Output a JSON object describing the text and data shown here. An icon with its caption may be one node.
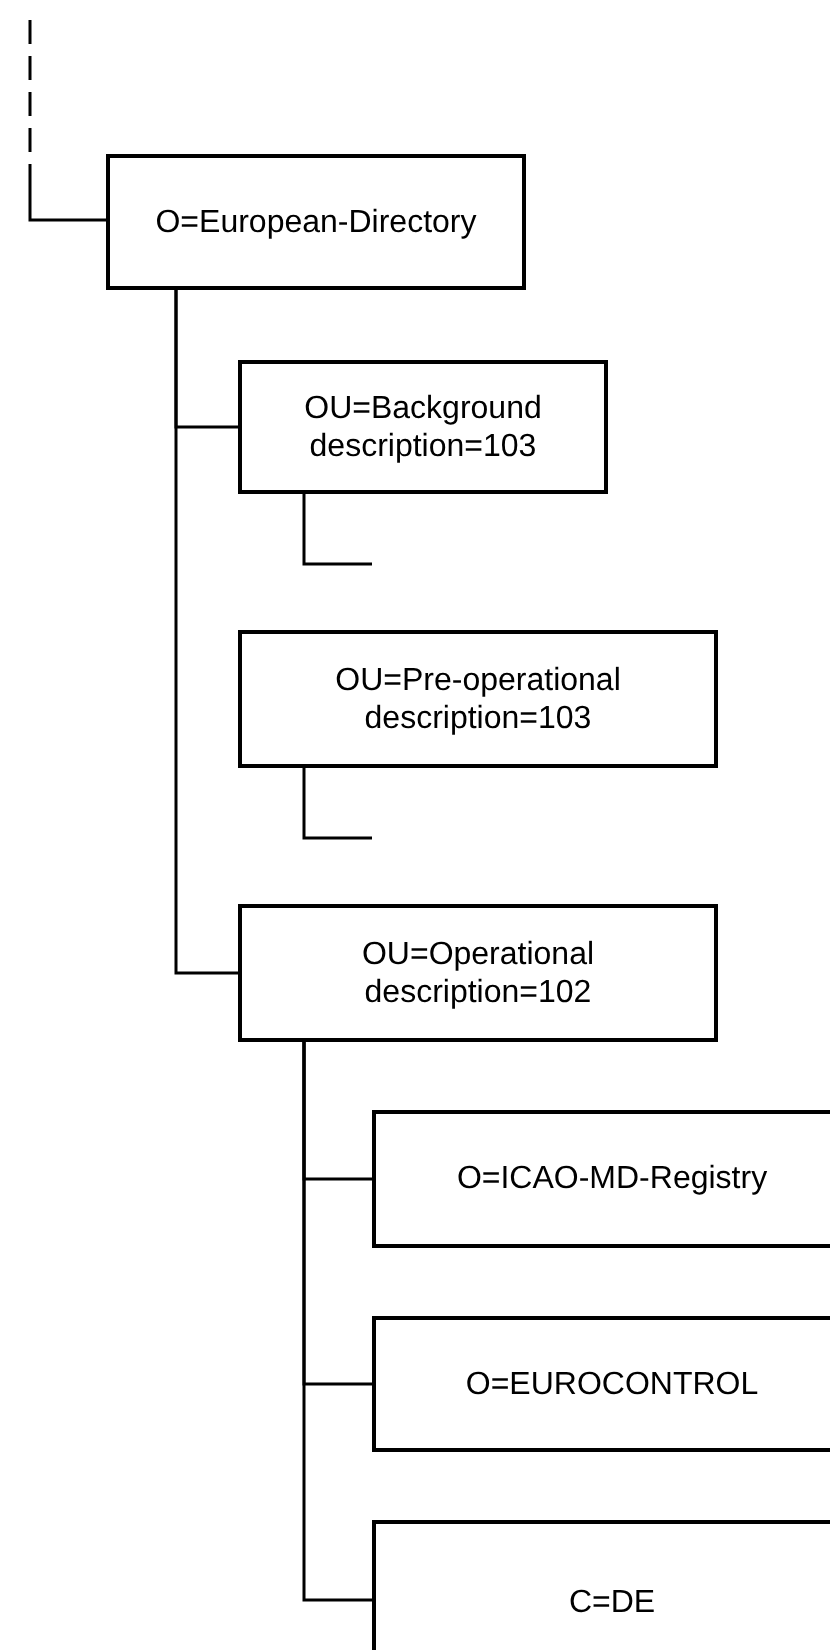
{
  "diagram": {
    "nodes": [
      {
        "text": [
          "O=European-Directory"
        ]
      },
      {
        "text": [
          "OU=Background description=103"
        ]
      },
      {
        "text": [
          "OU=Pre-operational description=103"
        ]
      },
      {
        "text": [
          "OU=Operational description=102"
        ]
      },
      {
        "text": [
          "O=ICAO-MD-Registry"
        ]
      },
      {
        "text": [
          "O=EUROCONTROL"
        ]
      },
      {
        "text": [
          "C=DE"
        ]
      }
    ],
    "edges": [
      {
        "from": null,
        "to": 0,
        "arrow": "none",
        "style": "dashed"
      },
      {
        "from": 0,
        "to": 1,
        "arrow": "none"
      },
      {
        "from": 0,
        "to": 3,
        "arrow": "none"
      },
      {
        "from": 1,
        "to": null,
        "arrow": "none"
      },
      {
        "from": 2,
        "to": null,
        "arrow": "none"
      },
      {
        "from": 3,
        "to": 4,
        "arrow": "none"
      },
      {
        "from": 3,
        "to": 5,
        "arrow": "none"
      },
      {
        "from": 3,
        "to": 6,
        "arrow": "none"
      }
    ]
  }
}
